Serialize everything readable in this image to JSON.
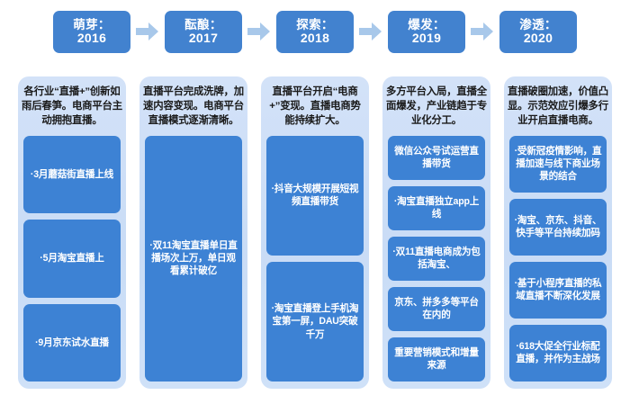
{
  "phases": [
    {
      "name": "萌芽：",
      "year": "2016"
    },
    {
      "name": "酝酿：",
      "year": "2017"
    },
    {
      "name": "探索：",
      "year": "2018"
    },
    {
      "name": "爆发：",
      "year": "2019"
    },
    {
      "name": "渗透：",
      "year": "2020"
    }
  ],
  "arrow_icon": "right-arrow-icon",
  "columns": [
    {
      "heading": "各行业“直播+”创新如雨后春笋。电商平台主动拥抱直播。",
      "bullets": [
        "·3月蘑菇街直播上线",
        "·5月淘宝直播上",
        "·9月京东试水直播"
      ]
    },
    {
      "heading": "直播平台完成洗牌，加速内容变现。电商平台直播模式逐渐清晰。",
      "bullets": [
        "·双11淘宝直播单日直播场次上万，单日观看累计破亿"
      ]
    },
    {
      "heading": "直播平台开启“电商+”变现。直播电商势能持续扩大。",
      "bullets": [
        "·抖音大规模开展短视频直播带货",
        "·淘宝直播登上手机淘宝第一屏，DAU突破千万"
      ]
    },
    {
      "heading": "多方平台入局，直播全面爆发，产业链趋于专业化分工。",
      "bullets": [
        "微信公众号试运营直播带货",
        "·淘宝直播独立app上线",
        "·双11直播电商成为包括淘宝、",
        "京东、拼多多等平台在内的",
        "重要营销模式和增量来源"
      ]
    },
    {
      "heading": "直播破圈加速，价值凸显。示范效应引爆多行业开启直播电商。",
      "bullets": [
        "·受新冠疫情影响，直播加速与线下商业场景的结合",
        "·淘宝、京东、抖音、快手等平台持续加码",
        "·基于小程序直播的私域直播不断深化发展",
        "·618大促全行业标配直播，并作为主战场"
      ]
    }
  ],
  "colors": {
    "phase_box": "#4282cf",
    "arrow": "#a8c8ea",
    "panel_bg": "#cfe1f8",
    "bullet_bg": "#3d82d4",
    "heading_text": "#1a1a1a",
    "bullet_text": "#ffffff"
  }
}
